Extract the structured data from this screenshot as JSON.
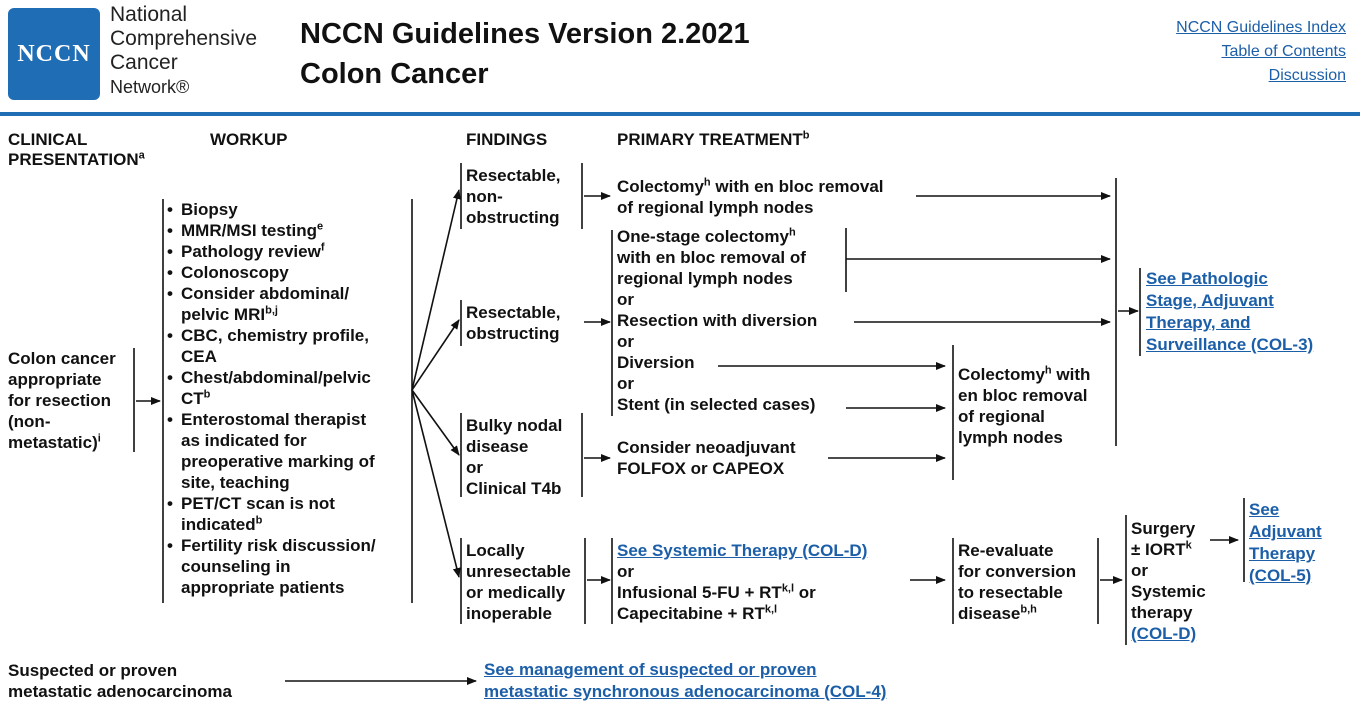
{
  "logo": {
    "text": "NCCN",
    "org_lines": [
      "National",
      "Comprehensive",
      "Cancer",
      "Network®"
    ]
  },
  "title": {
    "line1": "NCCN Guidelines Version 2.2021",
    "line2": "Colon Cancer"
  },
  "nav_links": [
    "NCCN Guidelines Index",
    "Table of Contents",
    "Discussion"
  ],
  "headers": {
    "clinical_1": "CLINICAL",
    "clinical_2": "PRESENTATION",
    "clinical_sup": "a",
    "workup": "WORKUP",
    "findings": "FINDINGS",
    "treatment": "PRIMARY TREATMENT",
    "treatment_sup": "b"
  },
  "presentation": {
    "lines": [
      "Colon cancer",
      "appropriate",
      "for resection",
      "(non-",
      "metastatic)"
    ],
    "sup": "i"
  },
  "workup": [
    {
      "lines": [
        "Biopsy"
      ]
    },
    {
      "lines": [
        "MMR/MSI testing"
      ],
      "sup": "e"
    },
    {
      "lines": [
        "Pathology review"
      ],
      "sup": "f"
    },
    {
      "lines": [
        "Colonoscopy"
      ]
    },
    {
      "lines": [
        "Consider abdominal/",
        "pelvic MRI"
      ],
      "sup": "b,j"
    },
    {
      "lines": [
        "CBC, chemistry profile,",
        "CEA"
      ]
    },
    {
      "lines": [
        "Chest/abdominal/pelvic",
        "CT"
      ],
      "sup": "b"
    },
    {
      "lines": [
        "Enterostomal therapist",
        "as indicated for",
        "preoperative marking of",
        "site, teaching"
      ]
    },
    {
      "lines": [
        "PET/CT scan is not",
        "indicated"
      ],
      "sup": "b"
    },
    {
      "lines": [
        "Fertility risk discussion/",
        "counseling in",
        "appropriate patients"
      ]
    }
  ],
  "findings": {
    "f1": [
      "Resectable,",
      "non-",
      "obstructing"
    ],
    "f2": [
      "Resectable,",
      "obstructing"
    ],
    "f3": [
      "Bulky nodal",
      "disease",
      "or",
      "Clinical T4b"
    ],
    "f4": [
      "Locally",
      "unresectable",
      "or medically",
      "inoperable"
    ]
  },
  "treatment": {
    "t1a": "Colectomy",
    "t1sup": "h",
    "t1b": " with en bloc removal",
    "t1c": "of regional lymph nodes",
    "t2a": "One-stage colectomy",
    "t2sup": "h",
    "t2b": "with en bloc removal of",
    "t2c": "regional lymph nodes",
    "or": "or",
    "t2d": "Resection with diversion",
    "t2e": "Diversion",
    "t2f": "Stent (in selected cases)",
    "t3a": "Consider neoadjuvant",
    "t3b": "FOLFOX or CAPEOX",
    "t4link": "See Systemic Therapy (COL-D)",
    "t4b": "Infusional 5-FU + RT",
    "t4bsup": "k,l",
    "t4bsuffix": " or",
    "t4c": "Capecitabine + RT",
    "t4csup": "k,l"
  },
  "colectomy_box": {
    "l1": "Colectomy",
    "sup": "h",
    "l1b": " with",
    "l2": "en bloc removal",
    "l3": "of regional",
    "l4": "lymph nodes"
  },
  "pathologic_link": [
    "See Pathologic",
    "Stage, Adjuvant",
    "Therapy, and",
    "Surveillance (COL-3)"
  ],
  "reevaluate": {
    "lines": [
      "Re-evaluate",
      "for conversion",
      "to resectable",
      "disease"
    ],
    "sup": "b,h"
  },
  "surgery": {
    "l1": "Surgery",
    "l2": "± IORT",
    "l2sup": "k",
    "l3": "or",
    "l4": "Systemic",
    "l5": "therapy",
    "link": "(COL-D)"
  },
  "adjuvant_link": [
    "See",
    "Adjuvant",
    "Therapy",
    "(COL-5)"
  ],
  "metastatic": {
    "lines": [
      "Suspected or proven",
      "metastatic adenocarcinoma"
    ],
    "link": [
      "See management of suspected or proven",
      "metastatic synchronous adenocarcinoma (COL-4)"
    ]
  }
}
